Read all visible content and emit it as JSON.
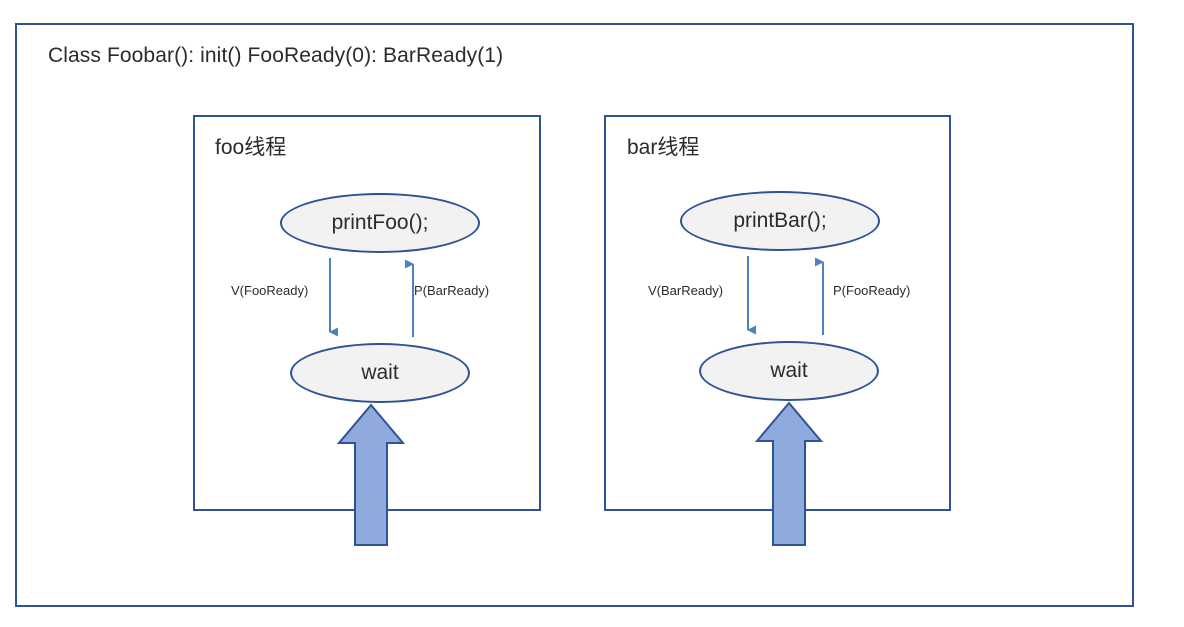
{
  "diagram": {
    "title": "Class Foobar(): init() FooReady(0): BarReady(1)",
    "colors": {
      "frame_border": "#2E5395",
      "node_border": "#2E5395",
      "node_fill": "#F2F2F2",
      "thin_arrow": "#4E81BD",
      "block_arrow_fill": "#8FAADC",
      "block_arrow_border": "#2E5395",
      "text": "#2b2b2b",
      "background": "#FFFFFF"
    },
    "threads": [
      {
        "id": "foo",
        "label": "foo线程",
        "top_node": "printFoo();",
        "bottom_node": "wait",
        "down_edge_label": "V(FooReady)",
        "up_edge_label": "P(BarReady)",
        "entry_arrow": "block-arrow-up"
      },
      {
        "id": "bar",
        "label": "bar线程",
        "top_node": "printBar();",
        "bottom_node": "wait",
        "down_edge_label": "V(BarReady)",
        "up_edge_label": "P(FooReady)",
        "entry_arrow": "block-arrow-up"
      }
    ]
  }
}
